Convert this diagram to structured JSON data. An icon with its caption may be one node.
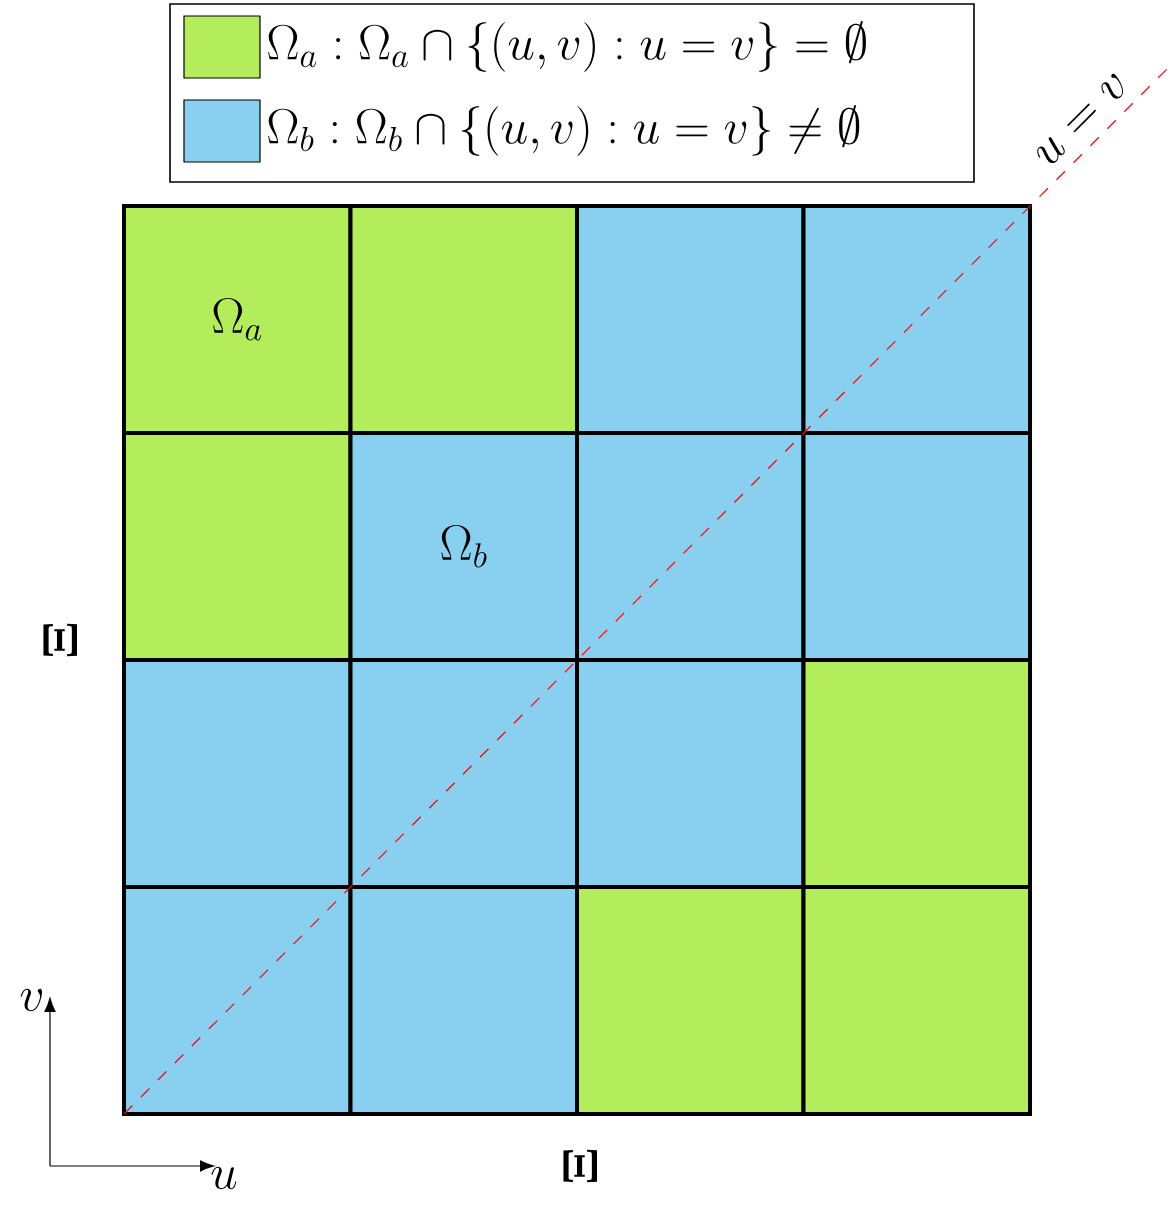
{
  "diagram": {
    "nodes": [
      {
        "text": [
          "\\Omega_a"
        ]
      },
      {
        "text": [],
        "shape": "box"
      },
      {
        "text": [],
        "shape": "box"
      },
      {
        "text": [],
        "shape": "box"
      },
      {
        "text": [],
        "shape": "box"
      },
      {
        "text": [
          "\\Omega_b"
        ]
      },
      {
        "text": [],
        "shape": "box"
      },
      {
        "text": [],
        "shape": "box"
      },
      {
        "text": [],
        "shape": "box"
      },
      {
        "text": [],
        "shape": "box"
      },
      {
        "text": [],
        "shape": "box"
      },
      {
        "text": [],
        "shape": "box"
      },
      {
        "text": [],
        "shape": "box"
      },
      {
        "text": [],
        "shape": "box"
      },
      {
        "text": [],
        "shape": "box"
      },
      {
        "text": [],
        "shape": "box"
      }
    ],
    "labels": [
      "u = v",
      "\\boldsymbol{\\Xi}",
      "v",
      "u",
      "\\boldsymbol{\\Xi}"
    ],
    "legend": [
      {
        "text": "\\Omega_a : \\Omega_a \\cap \\{(u,v) : u = v\\} = \\emptyset",
        "color": "#b3ed5c"
      },
      {
        "text": "\\Omega_b : \\Omega_b \\cap \\{(u,v) : u = v\\} \\neq \\emptyset",
        "color": "#89cfef"
      }
    ]
  }
}
